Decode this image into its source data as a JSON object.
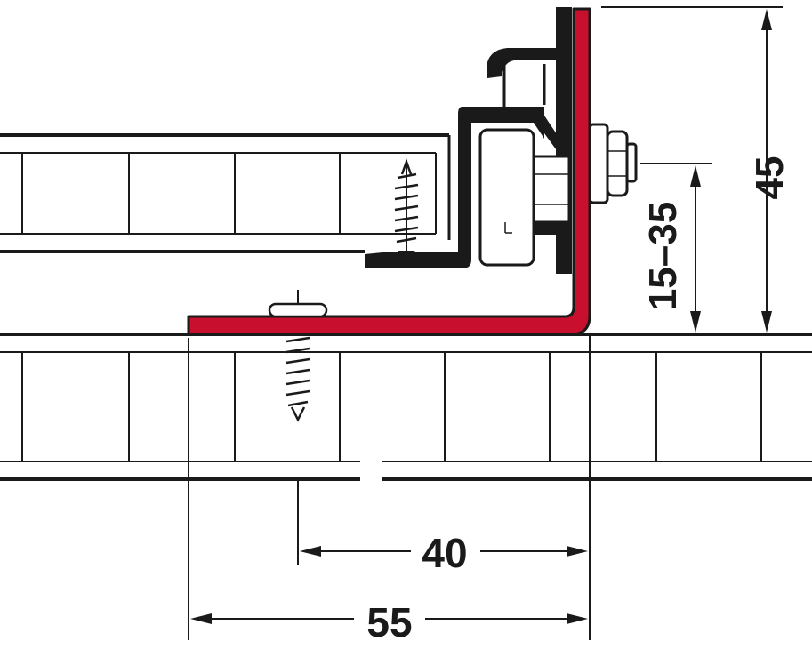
{
  "dimensions": {
    "total_height": "45",
    "adjust_range": "15–35",
    "screw_offset": "40",
    "bracket_width": "55"
  },
  "colors": {
    "bracket": "#c8102e",
    "line": "#1a1a1a",
    "background": "#ffffff"
  }
}
